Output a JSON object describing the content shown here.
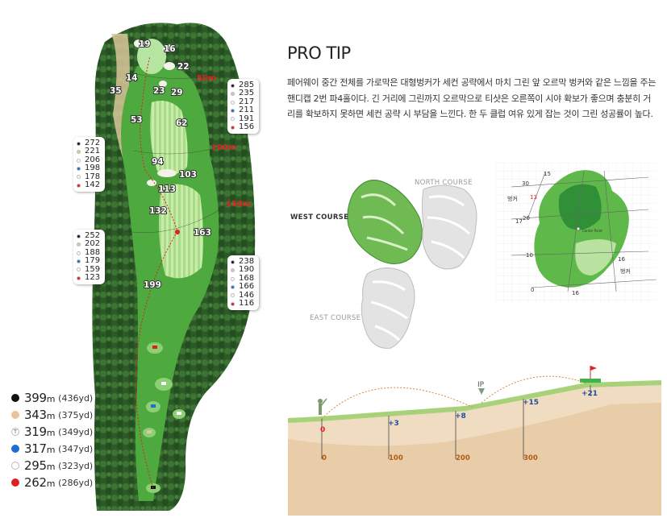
{
  "hole_map": {
    "markers": [
      "19",
      "16",
      "22",
      "14",
      "23",
      "29",
      "35",
      "53",
      "62",
      "94",
      "103",
      "113",
      "132",
      "163",
      "199"
    ],
    "distance_marks": [
      "50m",
      "100m",
      "150m"
    ],
    "yardage_box_1": [
      "285",
      "235",
      "217",
      "211",
      "191",
      "156"
    ],
    "yardage_box_2": [
      "272",
      "221",
      "206",
      "198",
      "178",
      "142"
    ],
    "yardage_box_3": [
      "252",
      "202",
      "188",
      "179",
      "159",
      "123"
    ],
    "yardage_box_4": [
      "238",
      "190",
      "168",
      "166",
      "146",
      "116"
    ]
  },
  "tees": [
    {
      "meters": "399",
      "unit": "m",
      "yards": "(436yd)",
      "color": "#111111",
      "label": ""
    },
    {
      "meters": "343",
      "unit": "m",
      "yards": "(375yd)",
      "color": "#e8c49a",
      "label": ""
    },
    {
      "meters": "319",
      "unit": "m",
      "yards": "(349yd)",
      "color": "#ffffff",
      "label": "T"
    },
    {
      "meters": "317",
      "unit": "m",
      "yards": "(347yd)",
      "color": "#1a6fd1",
      "label": ""
    },
    {
      "meters": "295",
      "unit": "m",
      "yards": "(323yd)",
      "color": "#ffffff",
      "label": ""
    },
    {
      "meters": "262",
      "unit": "m",
      "yards": "(286yd)",
      "color": "#e02020",
      "label": ""
    }
  ],
  "pro_tip": {
    "title": "PRO TIP",
    "text": "페어웨이 중간 전체를 가로막은 대형벙커가 세컨 공략에서 마치 그린 앞 오르막 벙커와 같은 느낌을 주는 핸디캡 2번 파4홀이다. 긴 거리에 그린까지 오르막으로 티샷은 오른쪽이 시야 확보가 좋으며 충분히 거리를 확보하지 못하면 세컨 공략 시 부담을 느낀다. 한 두 클럽 여유 있게 잡는 것이 그린 성공률이 높다."
  },
  "course_map": {
    "west": "WEST COURSE",
    "north": "NORTH COURSE",
    "east": "EAST COURSE"
  },
  "green_map": {
    "labels": [
      "15",
      "30",
      "벙커",
      "13",
      "17",
      "20",
      "10",
      "16",
      "벙커",
      "0",
      "16"
    ],
    "center_label": "Center Point"
  },
  "elevation": {
    "ip_label": "IP",
    "points": [
      {
        "label": "+3"
      },
      {
        "label": "+8"
      },
      {
        "label": "+15"
      },
      {
        "label": "+21"
      }
    ],
    "start_label": "0",
    "x_ticks": [
      "0",
      "100",
      "200",
      "300"
    ]
  },
  "colors": {
    "fairway_green": "#5fb84a",
    "rough_dark": "#2f6b2a",
    "sand": "#eedfc6",
    "accent_red": "#e02020",
    "elevation_blue": "#1f4f9e"
  }
}
